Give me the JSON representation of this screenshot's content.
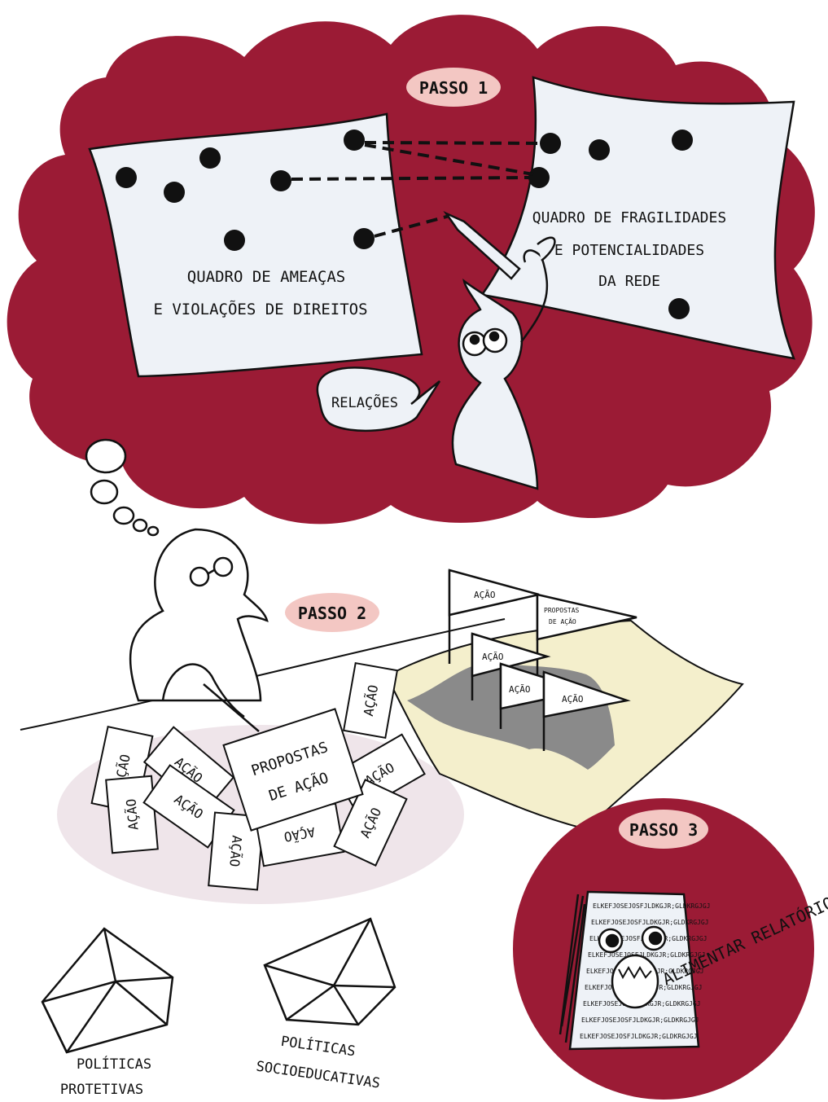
{
  "colors": {
    "cloud": "#9b1b35",
    "paper": "#eef2f7",
    "pill": "#f3c7c3",
    "map_sheet": "#f4efcc",
    "map_region": "#8a8a8a",
    "ink": "#111111"
  },
  "step1": {
    "badge": "PASSO 1",
    "board_left_line1": "QUADRO DE AMEAÇAS",
    "board_left_line2": "E VIOLAÇÕES DE DIREITOS",
    "board_right_line1": "QUADRO DE FRAGILIDADES",
    "board_right_line2": "E POTENCIALIDADES",
    "board_right_line3": "DA REDE",
    "speech": "RELAÇÕES"
  },
  "step2": {
    "badge": "PASSO 2",
    "center_card_line1": "PROPOSTAS",
    "center_card_line2": "DE AÇÃO",
    "card_label": "AÇÃO",
    "flag_label": "AÇÃO",
    "flag_proposal_line1": "PROPOSTAS",
    "flag_proposal_line2": "DE AÇÃO"
  },
  "step3": {
    "badge": "PASSO 3",
    "caption": "ALIMENTAR RELATÓRIO",
    "scribble": "ELKEFJOSEJOSFJLDKGJR;GLDKRGJGJ"
  },
  "policies": {
    "protective_line1": "POLÍTICAS",
    "protective_line2": "PROTETIVAS",
    "socio_line1": "POLÍTICAS",
    "socio_line2": "SOCIOEDUCATIVAS"
  }
}
